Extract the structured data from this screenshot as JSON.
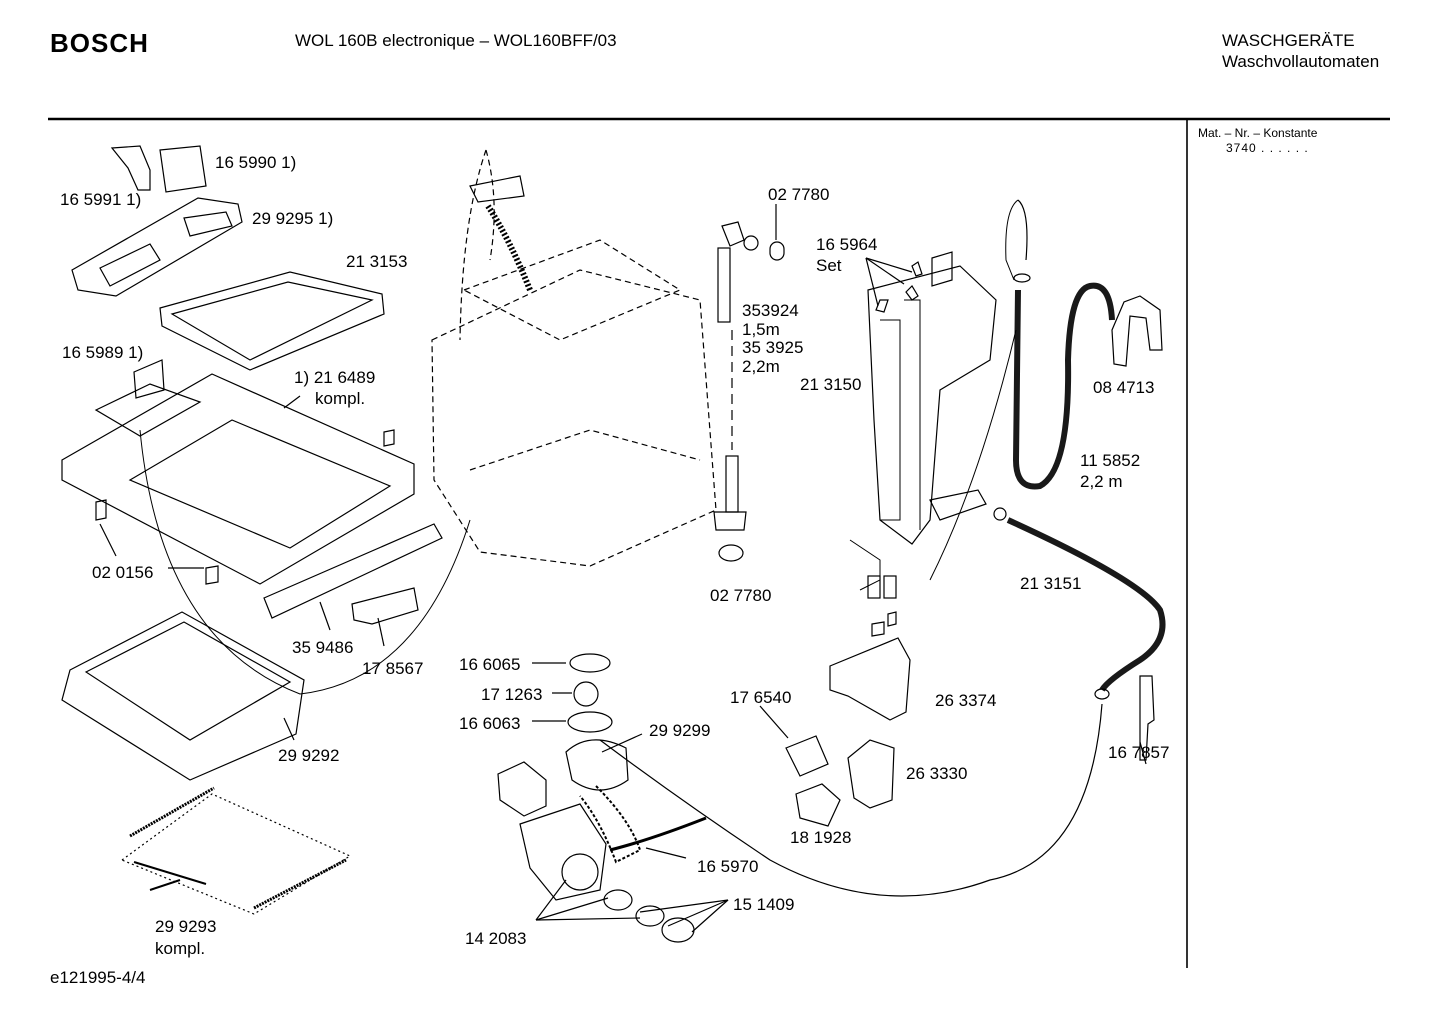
{
  "header": {
    "brand": "BOSCH",
    "model": "WOL 160B electronique – WOL160BFF/03",
    "category_line1": "WASCHGERÄTE",
    "category_line2": "Waschvollautomaten"
  },
  "sidebar": {
    "mat_label": "Mat. – Nr. – Konstante",
    "mat_value": "3740 . . . . . ."
  },
  "footer": {
    "doc_id": "e121995-4/4"
  },
  "parts": [
    {
      "id": "p1",
      "text": "16 5990 1)"
    },
    {
      "id": "p2",
      "text": "16 5991 1)"
    },
    {
      "id": "p3",
      "text": "29 9295 1)"
    },
    {
      "id": "p4",
      "text": "21 3153"
    },
    {
      "id": "p5",
      "text": "16 5989 1)"
    },
    {
      "id": "p6",
      "text": "1) 21 6489"
    },
    {
      "id": "p7",
      "text": "kompl."
    },
    {
      "id": "p8",
      "text": "02 0156"
    },
    {
      "id": "p9",
      "text": "35 9486"
    },
    {
      "id": "p10",
      "text": "17 8567"
    },
    {
      "id": "p11",
      "text": "29 9292"
    },
    {
      "id": "p12",
      "text": "29 9293"
    },
    {
      "id": "p13",
      "text": "kompl."
    },
    {
      "id": "p14",
      "text": "02 7780"
    },
    {
      "id": "p15",
      "text": "353924"
    },
    {
      "id": "p16",
      "text": "1,5m"
    },
    {
      "id": "p17",
      "text": "35 3925"
    },
    {
      "id": "p18",
      "text": "2,2m"
    },
    {
      "id": "p19",
      "text": "02 7780"
    },
    {
      "id": "p20",
      "text": "16 5964"
    },
    {
      "id": "p21",
      "text": "Set"
    },
    {
      "id": "p22",
      "text": "21 3150"
    },
    {
      "id": "p23",
      "text": "08 4713"
    },
    {
      "id": "p24",
      "text": "11 5852"
    },
    {
      "id": "p25",
      "text": "2,2 m"
    },
    {
      "id": "p26",
      "text": "21 3151"
    },
    {
      "id": "p27",
      "text": "16 7857"
    },
    {
      "id": "p28",
      "text": "26 3374"
    },
    {
      "id": "p29",
      "text": "26 3330"
    },
    {
      "id": "p30",
      "text": "17 6540"
    },
    {
      "id": "p31",
      "text": "18 1928"
    },
    {
      "id": "p32",
      "text": "16 6065"
    },
    {
      "id": "p33",
      "text": "17 1263"
    },
    {
      "id": "p34",
      "text": "16 6063"
    },
    {
      "id": "p35",
      "text": "29 9299"
    },
    {
      "id": "p36",
      "text": "16 5970"
    },
    {
      "id": "p37",
      "text": "15 1409"
    },
    {
      "id": "p38",
      "text": "14 2083"
    }
  ]
}
